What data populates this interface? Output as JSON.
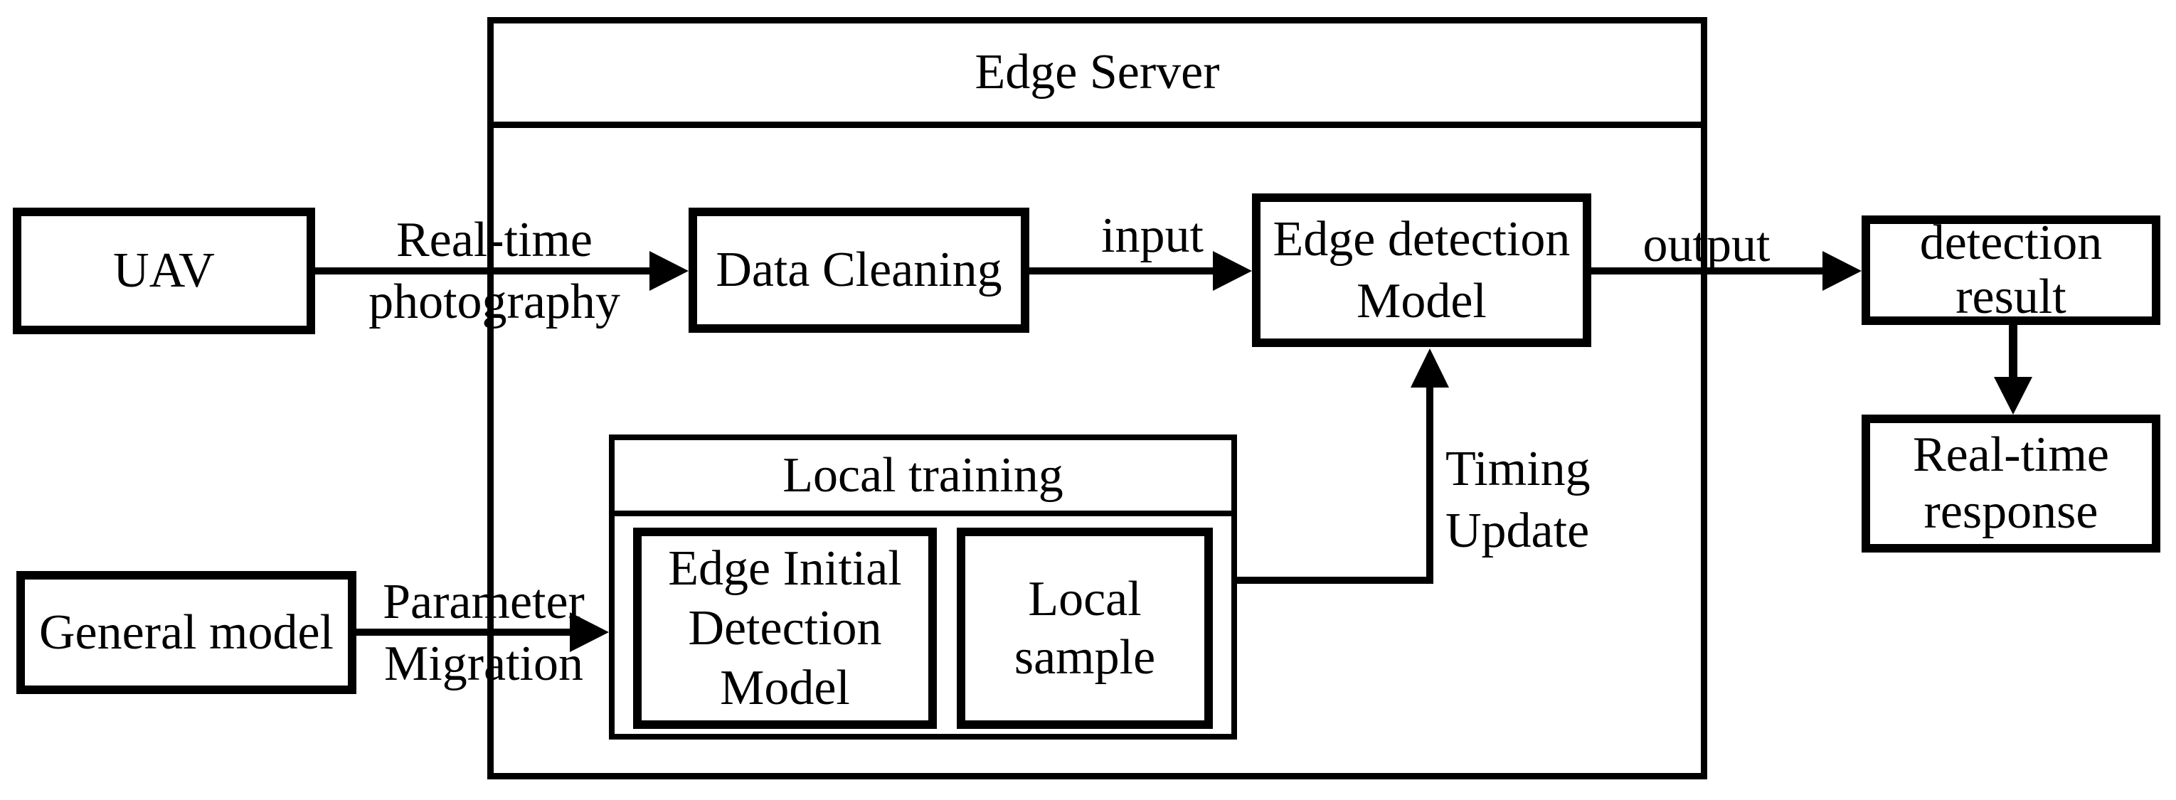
{
  "colors": {
    "stroke": "#000000",
    "background": "#ffffff"
  },
  "containers": {
    "edge_server": {
      "label": "Edge Server"
    },
    "local_training": {
      "label": "Local training"
    }
  },
  "nodes": {
    "uav": {
      "label": "UAV"
    },
    "data_cleaning": {
      "label": "Data Cleaning"
    },
    "edge_detection_model": {
      "label": "Edge detection\nModel"
    },
    "detection_result": {
      "label": "detection\nresult"
    },
    "real_time_response": {
      "label": "Real-time\nresponse"
    },
    "general_model": {
      "label": "General model"
    },
    "edge_initial_detection_model": {
      "label": "Edge Initial\nDetection\nModel"
    },
    "local_sample": {
      "label": "Local\nsample"
    }
  },
  "edge_labels": {
    "real_time_photography": "Real-time\nphotography",
    "input": "input",
    "output": "output",
    "parameter_migration": "Parameter\nMigration",
    "timing_update": "Timing\nUpdate"
  }
}
